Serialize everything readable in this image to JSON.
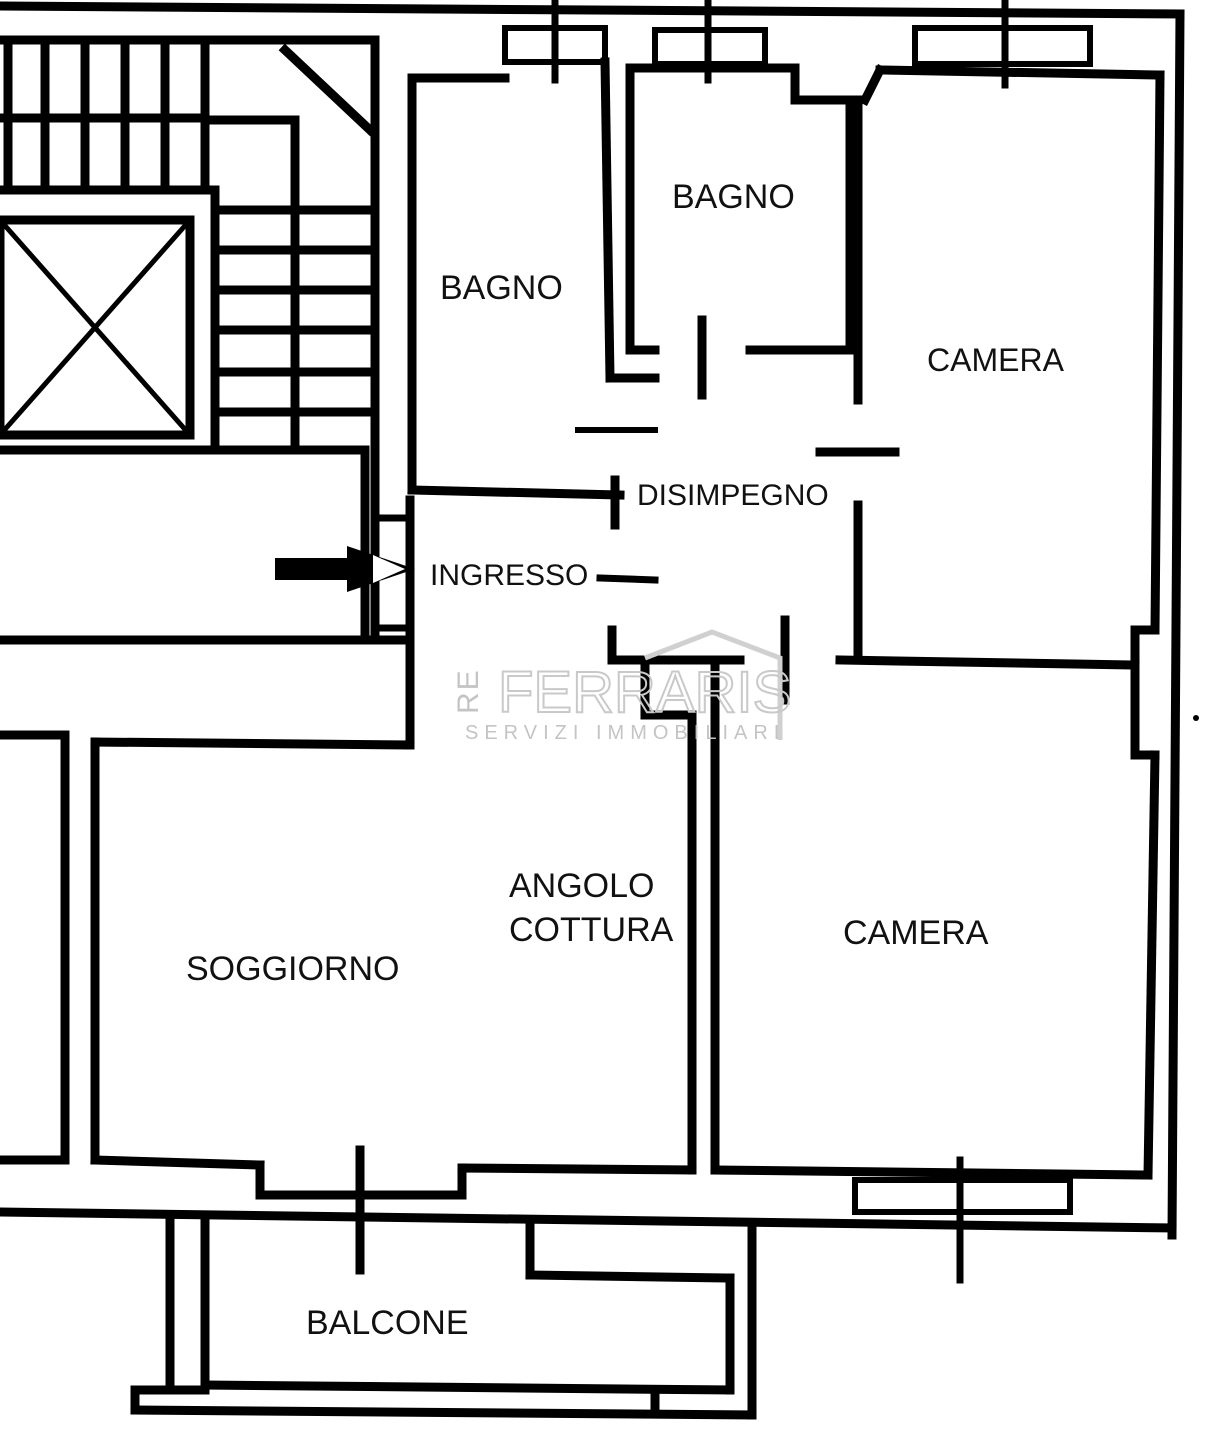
{
  "rooms": {
    "bagno_1": "BAGNO",
    "bagno_2": "BAGNO",
    "camera_1": "CAMERA",
    "disimpegno": "DISIMPEGNO",
    "ingresso": "INGRESSO",
    "angolo_cottura_line1": "ANGOLO",
    "angolo_cottura_line2": "COTTURA",
    "soggiorno": "SOGGIORNO",
    "camera_2": "CAMERA",
    "balcone": "BALCONE"
  },
  "watermark": {
    "logo_mark": "RE",
    "name": "FERRARIS",
    "tagline": "SERVIZI IMMOBILIARI"
  },
  "colors": {
    "wall": "#000000",
    "background": "#ffffff",
    "watermark": "#c9c9c9"
  }
}
